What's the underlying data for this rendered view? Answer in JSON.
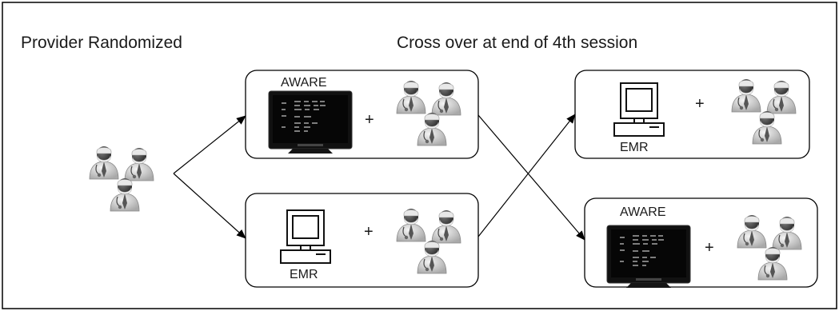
{
  "diagram": {
    "left_label": "Provider Randomized",
    "right_label": "Cross over at end of 4th session",
    "plus": "+",
    "arm_top_left": {
      "label": "AWARE",
      "device_icon": "monitor-icon"
    },
    "arm_bottom_left": {
      "label": "EMR",
      "device_icon": "computer-icon"
    },
    "arm_top_right": {
      "label": "EMR",
      "device_icon": "computer-icon"
    },
    "arm_bottom_right": {
      "label": "AWARE",
      "device_icon": "monitor-icon"
    },
    "provider_icon": "doctor-group-icon",
    "colors": {
      "line": "#000000",
      "screen": "#0d0d0d",
      "doctor_coat": "#d6d6d6",
      "doctor_skin": "#4a4a4a"
    }
  }
}
